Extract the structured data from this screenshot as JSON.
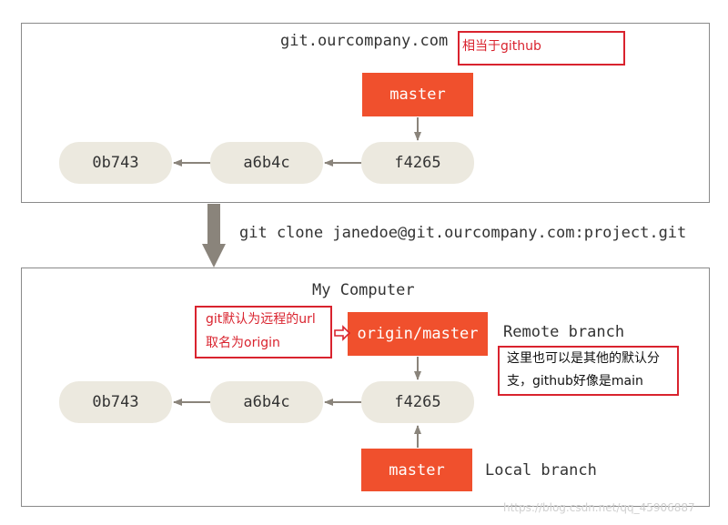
{
  "server": {
    "title": "git.ourcompany.com",
    "note": "相当于github",
    "branch": "master",
    "commits": [
      "0b743",
      "a6b4c",
      "f4265"
    ]
  },
  "command": "git clone janedoe@git.ourcompany.com:project.git",
  "local": {
    "title": "My Computer",
    "note_line1": "git默认为远程的url",
    "note_line2": "取名为origin",
    "remote_branch": "origin/master",
    "remote_branch_label": "Remote branch",
    "remote_note_line1": "这里也可以是其他的默认分",
    "remote_note_line2": "支，github好像是main",
    "commits": [
      "0b743",
      "a6b4c",
      "f4265"
    ],
    "local_branch": "master",
    "local_branch_label": "Local branch"
  },
  "watermark": "https://blog.csdn.net/qq_45906887",
  "colors": {
    "branch_fill": "#f0502d",
    "commit_fill": "#ece9df",
    "note_border": "#d9232e",
    "note_text": "#d9232e",
    "arrow": "#8a847b"
  }
}
